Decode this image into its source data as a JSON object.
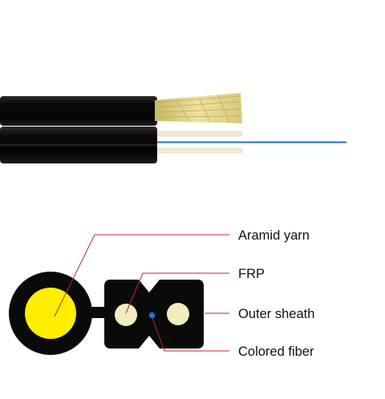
{
  "colors": {
    "jacket": "#0c0c0c",
    "aramid_yarn": "#e8d98a",
    "frp": "#f3ecbf",
    "core_yellow": "#ffee00",
    "colored_fiber": "#1f6fd6",
    "leader_line": "#c0262d"
  },
  "labels": {
    "aramid_yarn": "Aramid yarn",
    "frp": "FRP",
    "outer_sheath": "Outer sheath",
    "colored_fiber": "Colored fiber"
  }
}
